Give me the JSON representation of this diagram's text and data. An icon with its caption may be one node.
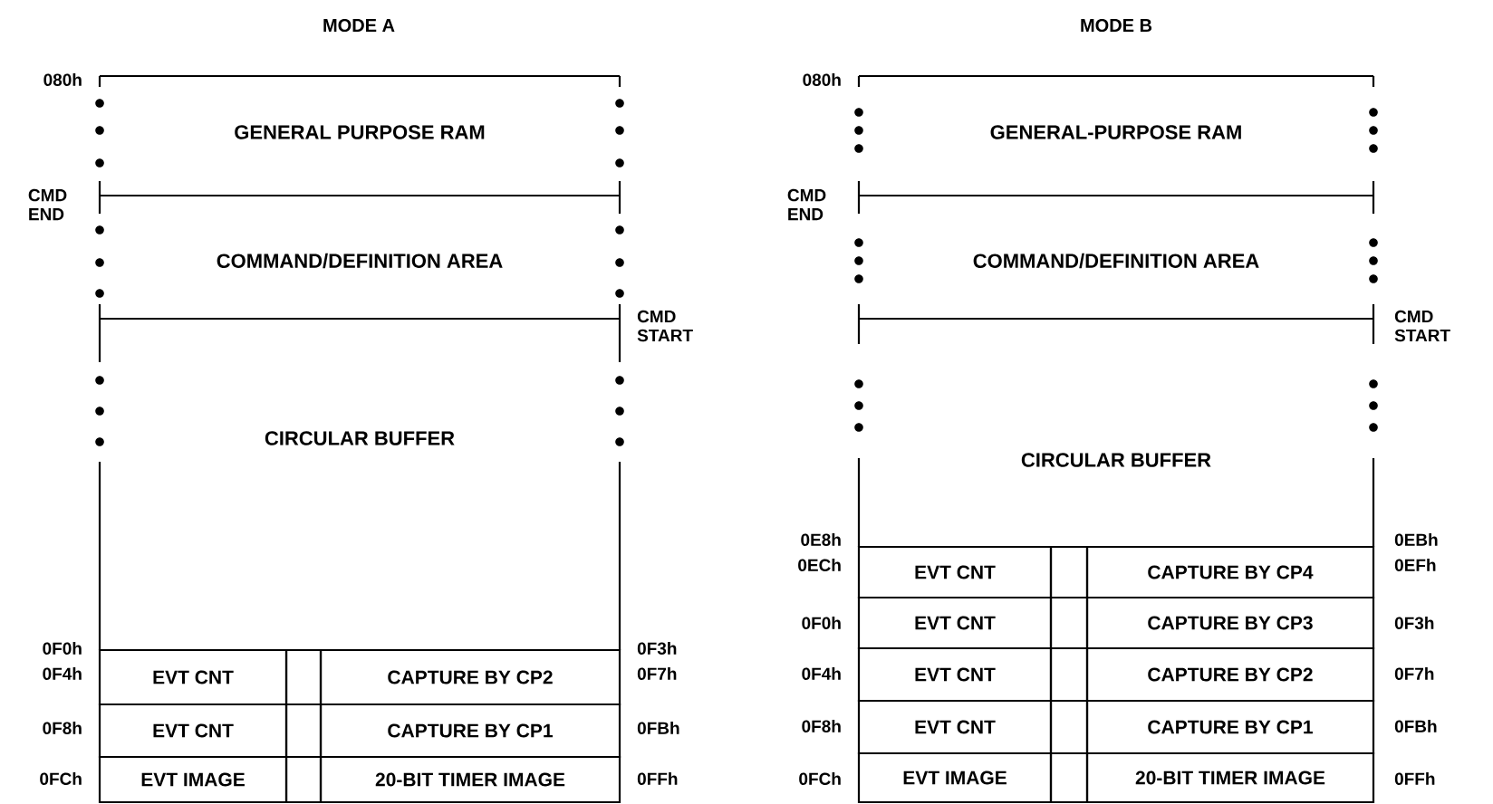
{
  "diagram": {
    "nodes": [
      {
        "text": [
          "GENERAL PURPOSE RAM"
        ]
      },
      {
        "text": [
          "COMMAND/DEFINITION AREA"
        ]
      },
      {
        "text": [
          "CIRCULAR BUFFER"
        ]
      },
      {
        "text": [
          "EVT CNT"
        ]
      },
      {
        "text": [],
        "shape": "box"
      },
      {
        "text": [
          "CAPTURE BY CP2"
        ]
      },
      {
        "text": [
          "EVT CNT"
        ]
      },
      {
        "text": [],
        "shape": "box"
      },
      {
        "text": [
          "CAPTURE BY CP1"
        ]
      },
      {
        "text": [
          "EVT IMAGE"
        ]
      },
      {
        "text": [],
        "shape": "box"
      },
      {
        "text": [
          "20-BIT TIMER IMAGE"
        ]
      },
      {
        "text": [
          "GENERAL-PURPOSE RAM"
        ]
      },
      {
        "text": [
          "COMMAND/DEFINITION AREA"
        ]
      },
      {
        "text": [
          "CIRCULAR BUFFER"
        ]
      },
      {
        "text": [
          "EVT CNT"
        ]
      },
      {
        "text": [],
        "shape": "box"
      },
      {
        "text": [
          "CAPTURE BY CP4"
        ]
      },
      {
        "text": [
          "EVT CNT"
        ]
      },
      {
        "text": [],
        "shape": "box"
      },
      {
        "text": [
          "CAPTURE BY CP3"
        ]
      },
      {
        "text": [
          "EVT CNT"
        ]
      },
      {
        "text": [],
        "shape": "box"
      },
      {
        "text": [
          "CAPTURE BY CP2"
        ]
      },
      {
        "text": [
          "EVT CNT"
        ]
      },
      {
        "text": [],
        "shape": "box"
      },
      {
        "text": [
          "CAPTURE BY CP1"
        ]
      },
      {
        "text": [
          "EVT IMAGE"
        ]
      },
      {
        "text": [],
        "shape": "box"
      },
      {
        "text": [
          "20-BIT TIMER IMAGE"
        ]
      }
    ],
    "labels": [
      "MODE A",
      "080h",
      "CMD END",
      "CMD START",
      "0F0h",
      "0F4h",
      "0F3h",
      "0F7h",
      "0F8h",
      "0FBh",
      "0FCh",
      "0FFh",
      "MODE B",
      "080h",
      "CMD END",
      "CMD START",
      "0E8h",
      "0ECh",
      "0EBh",
      "0EFh",
      "0F0h",
      "0F3h",
      "0F4h",
      "0F7h",
      "0F8h",
      "0FBh",
      "0FCh",
      "0FFh"
    ]
  }
}
